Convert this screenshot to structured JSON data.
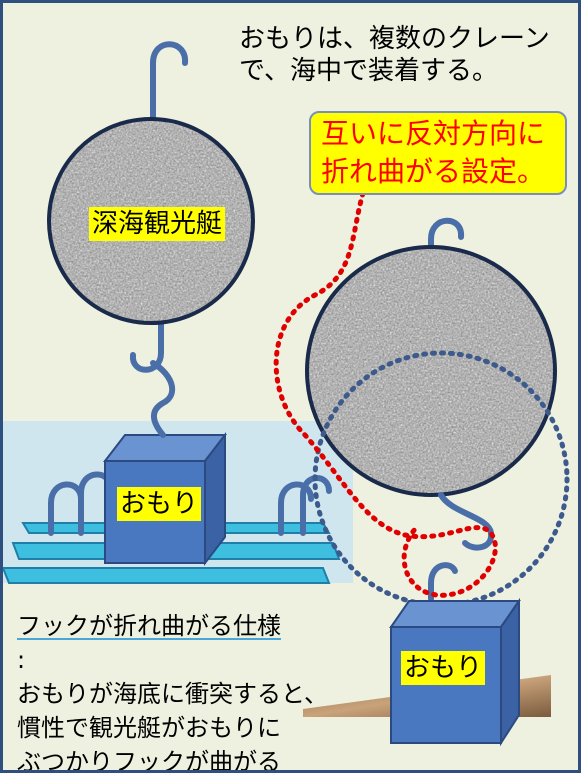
{
  "caption_top": [
    "おもりは、複数のクレーン",
    "で、海中で装着する。"
  ],
  "setting_note": [
    "互いに反対方向に",
    "折れ曲がる設定。"
  ],
  "submersible_label": "深海観光艇",
  "weight_label_left": "おもり",
  "weight_label_right": "おもり",
  "spec_heading": "フックが折れ曲がる仕様",
  "spec_colon": ":",
  "spec_lines": [
    "おもりが海底に衝突すると、",
    "慣性で観光艇がおもりに",
    "ぶつかりフックが曲がる"
  ],
  "colors": {
    "frame_border": "#2f4f7f",
    "background": "#eef0e0",
    "water": "#cfe6ee",
    "cube": "#4a78c0",
    "rails": "#3fbfe0",
    "hook": "#4a6fa8",
    "red_dots": "#e00000",
    "blue_dots": "#3d5a8c",
    "highlight": "#ffff00"
  }
}
